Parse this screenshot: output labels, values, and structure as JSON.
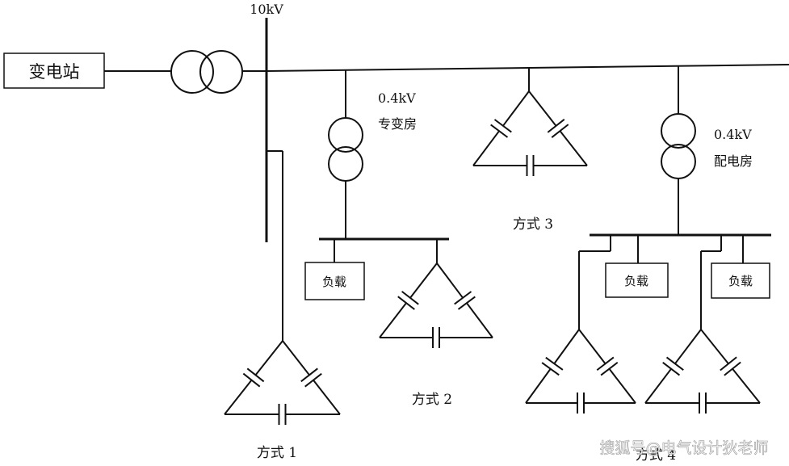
{
  "diagram": {
    "substation": "变电站",
    "voltage_hv": "10kV",
    "transformer_dedicated": {
      "voltage": "0.4kV",
      "room": "专变房"
    },
    "transformer_distribution": {
      "voltage": "0.4kV",
      "room": "配电房"
    },
    "load_label": "负载",
    "methods": {
      "m1": "方式 1",
      "m2": "方式 2",
      "m3": "方式 3",
      "m4": "方式 4"
    }
  },
  "watermark": "搜狐号@电气设计狄老师"
}
